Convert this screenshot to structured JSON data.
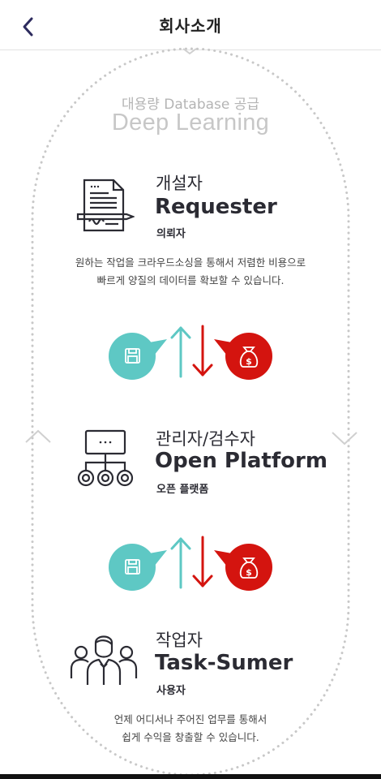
{
  "header": {
    "title": "회사소개"
  },
  "tagline": {
    "korean": "대용량 Database 공급",
    "english": "Deep Learning"
  },
  "roles": [
    {
      "title_ko": "개설자",
      "title_en": "Requester",
      "subtitle": "의뢰자",
      "icon": "document-contract-icon"
    },
    {
      "title_ko": "관리자/검수자",
      "title_en": "Open Platform",
      "subtitle": "오픈 플랫폼",
      "icon": "network-hierarchy-icon"
    },
    {
      "title_ko": "작업자",
      "title_en": "Task-Sumer",
      "subtitle": "사용자",
      "icon": "people-group-icon"
    }
  ],
  "descriptions": {
    "requester": [
      "원하는 작업을 크라우드소싱을 통해서 저렴한 비용으로",
      "빠르게 양질의 데이터를 확보할 수 있습니다."
    ],
    "tasksumer": [
      "언제 어디서나 주어진 업무를 통해서",
      "쉽게 수익을 창출할 수 있습니다."
    ]
  },
  "colors": {
    "teal": "#5ec8c4",
    "red": "#d4140f",
    "navy": "#2d2b5e",
    "dots": "#c8c8c8"
  }
}
